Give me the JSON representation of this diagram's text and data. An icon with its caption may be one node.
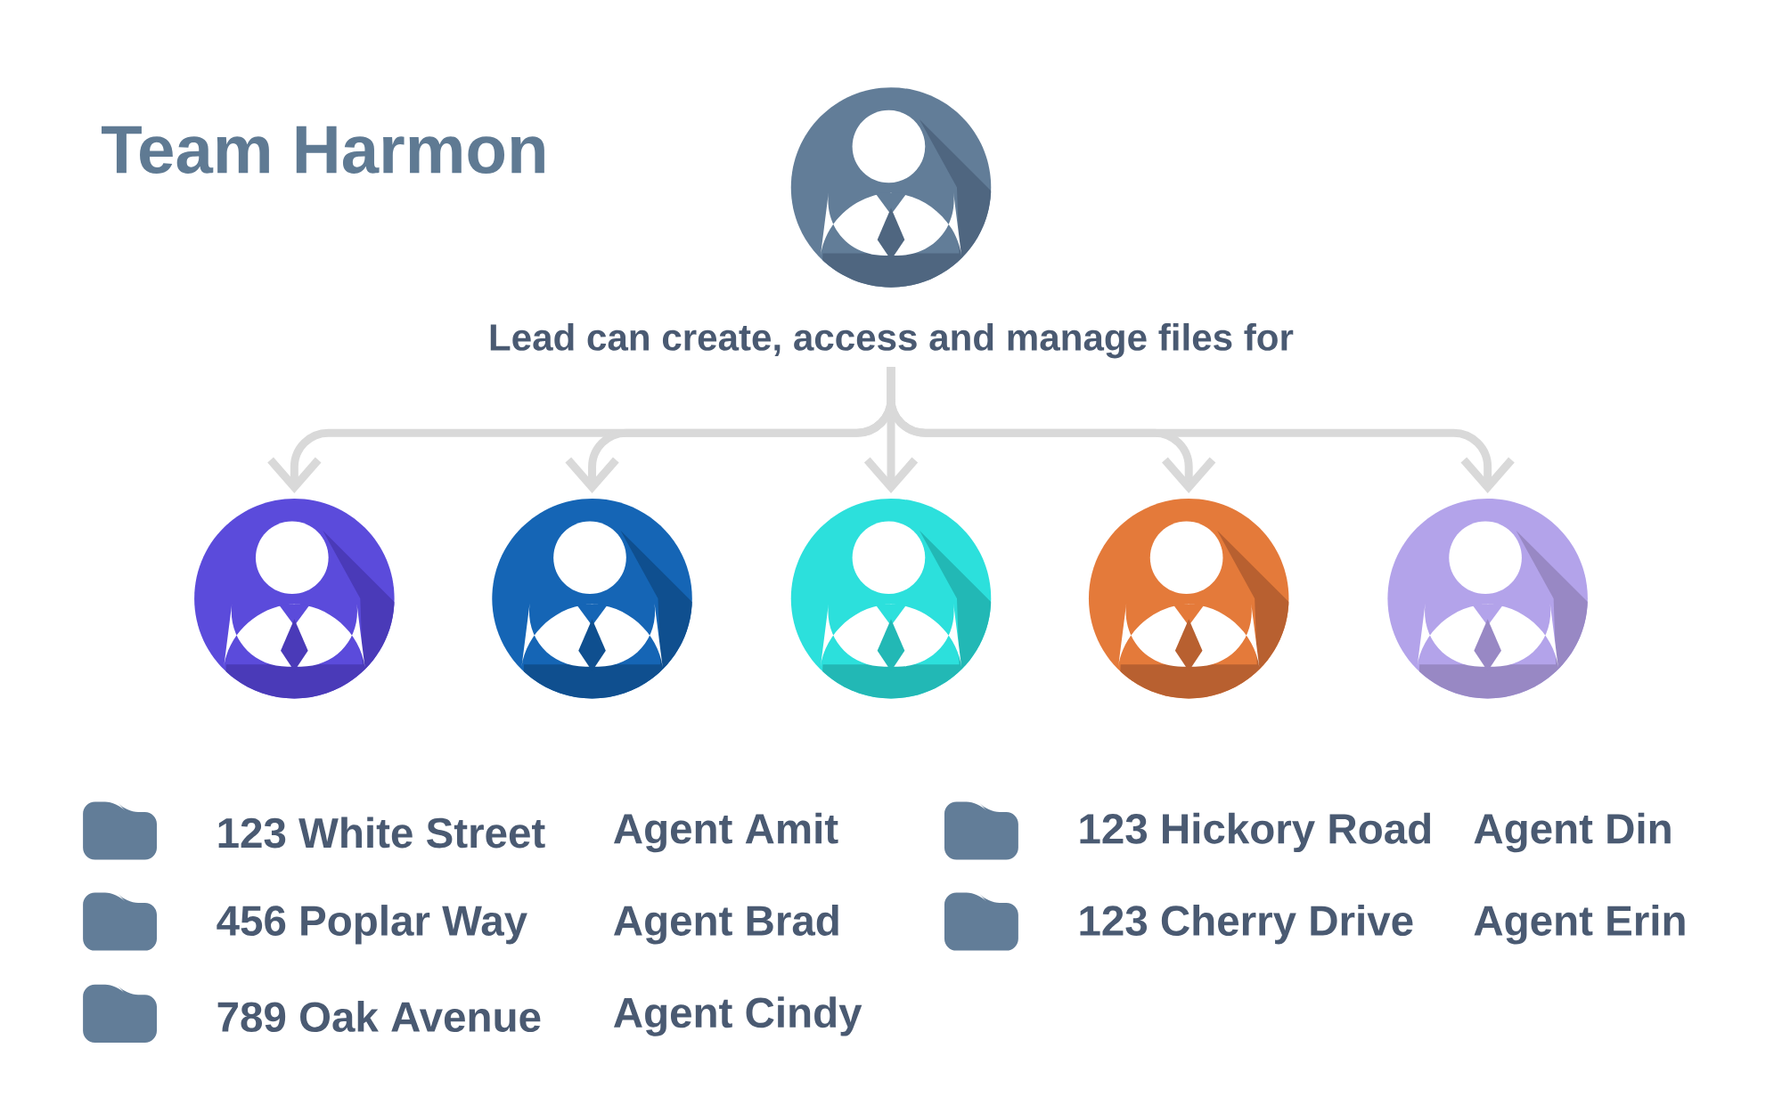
{
  "diagram": {
    "title": "Team Harmon",
    "nodes": [
      {
        "text": [],
        "shape": "person"
      },
      {
        "text": [
          "Lead can create, access and manage files for"
        ]
      },
      {
        "text": [],
        "shape": "person"
      },
      {
        "text": [],
        "shape": "person"
      },
      {
        "text": [],
        "shape": "person"
      },
      {
        "text": [],
        "shape": "person"
      },
      {
        "text": [],
        "shape": "person"
      }
    ],
    "edges": [
      {
        "from": 1,
        "to": 2,
        "arrow": "to"
      },
      {
        "from": 1,
        "to": 3,
        "arrow": "to"
      },
      {
        "from": 1,
        "to": 4,
        "arrow": "to"
      },
      {
        "from": 1,
        "to": 5,
        "arrow": "to"
      },
      {
        "from": 1,
        "to": 6,
        "arrow": "to"
      }
    ],
    "labels": [
      "123 White Street",
      "Agent Amit",
      "123 Hickory Road",
      "Agent Din",
      "456 Poplar Way",
      "Agent Brad",
      "123 Cherry Drive",
      "Agent Erin",
      "789 Oak Avenue",
      "Agent Cindy"
    ]
  }
}
